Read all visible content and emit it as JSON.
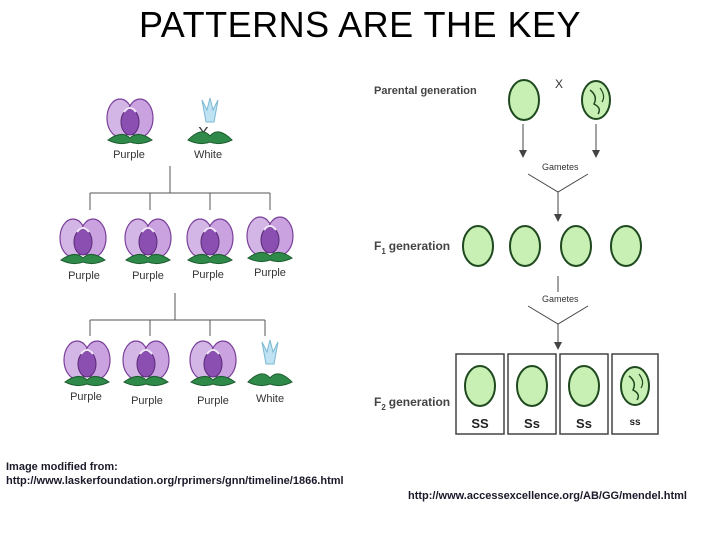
{
  "title": "PATTERNS ARE THE KEY",
  "pea_flowers": {
    "cross_symbol": "X",
    "parents": [
      "Purple",
      "White"
    ],
    "f1": [
      "Purple",
      "Purple",
      "Purple",
      "Purple"
    ],
    "f2": [
      "Purple",
      "Purple",
      "Purple",
      "White"
    ]
  },
  "pea_seeds": {
    "parental_label": "Parental generation",
    "cross_symbol": "X",
    "gametes_label": "Gametes",
    "f1_label_main": "F",
    "f1_label_sub": "1",
    "f1_label_rest": "generation",
    "f2_label_main": "F",
    "f2_label_sub": "2",
    "f2_label_rest": "generation",
    "f2_genotypes": [
      "SS",
      "Ss",
      "Ss",
      "ss"
    ]
  },
  "captions": {
    "left_line1": "Image modified from:",
    "left_line2": "http://www.laskerfoundation.org/rprimers/gnn/timeline/1866.html",
    "right": "http://www.accessexcellence.org/AB/GG/mendel.html"
  },
  "colors": {
    "purple_light": "#d4b6e6",
    "purple_dark": "#7a3f9a",
    "leaf_green": "#2f8a4a",
    "white_flower": "#bfe3f2",
    "seed_green": "#c8f0b4",
    "seed_outline": "#1f4a1f"
  }
}
